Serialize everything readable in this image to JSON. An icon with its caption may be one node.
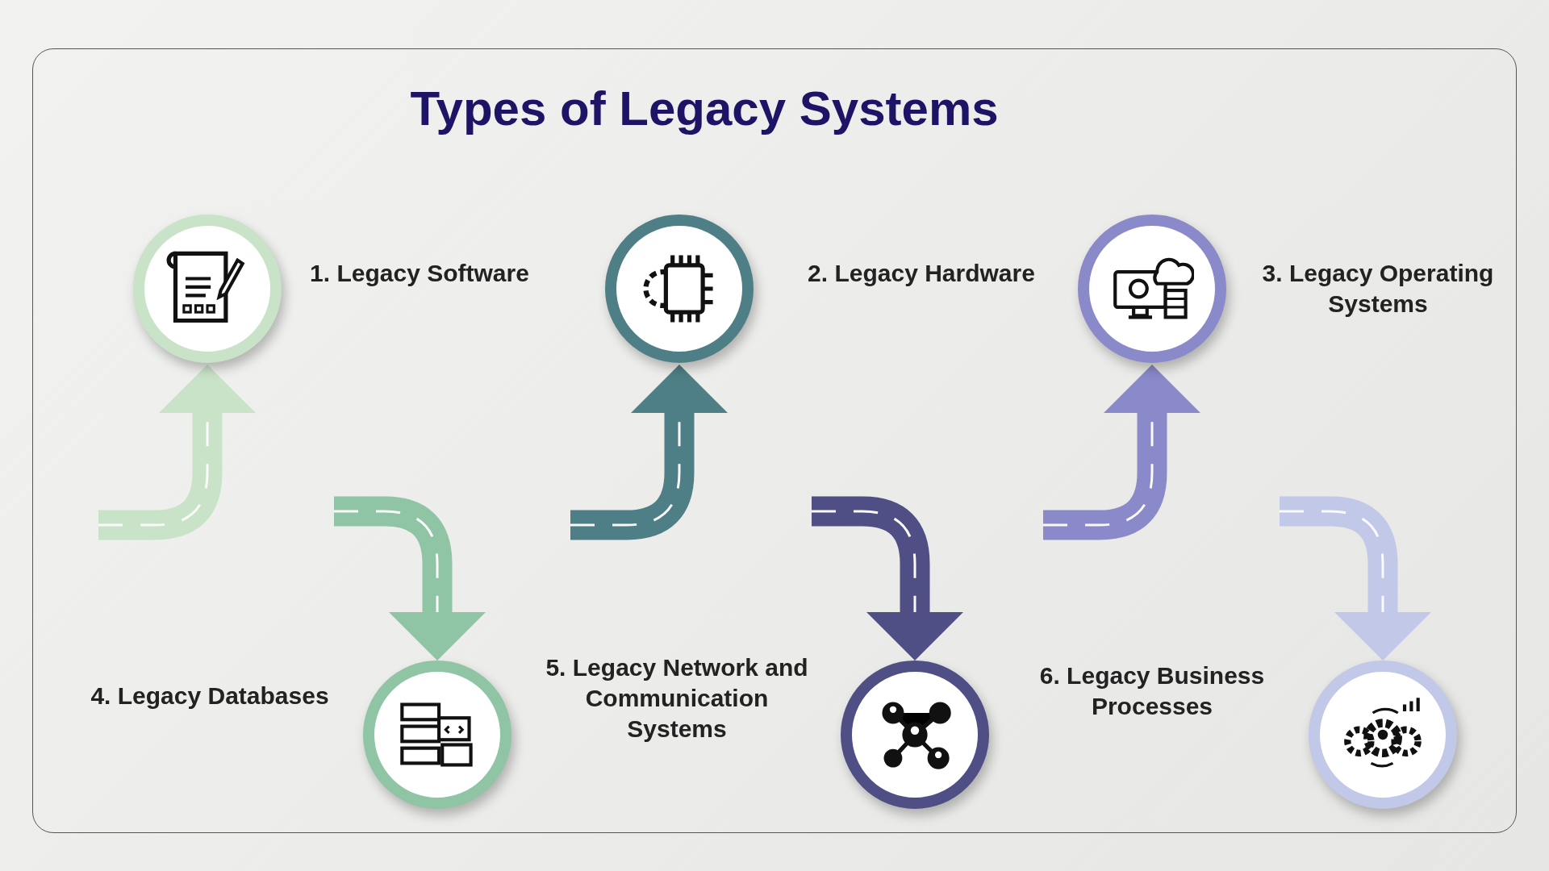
{
  "diagram": {
    "title": "Types of Legacy Systems",
    "nodes": [
      {
        "text": [
          "1. Legacy Software"
        ]
      },
      {
        "text": [
          "2. Legacy Hardware"
        ]
      },
      {
        "text": [
          "3. Legacy Operating Systems"
        ]
      },
      {
        "text": [
          "4. Legacy Databases"
        ]
      },
      {
        "text": [
          "5. Legacy Network and Communication Systems"
        ]
      },
      {
        "text": [
          "6. Legacy Business Processes"
        ]
      }
    ],
    "edges": [
      {
        "from": null,
        "to": 0,
        "arrow": "to",
        "color": "#c9e3c8"
      },
      {
        "from": null,
        "to": 3,
        "arrow": "to",
        "color": "#8fc4a5"
      },
      {
        "from": null,
        "to": 1,
        "arrow": "to",
        "color": "#4f7f86"
      },
      {
        "from": null,
        "to": 4,
        "arrow": "to",
        "color": "#4f4f86"
      },
      {
        "from": null,
        "to": 2,
        "arrow": "to",
        "color": "#8a89c9"
      },
      {
        "from": null,
        "to": 5,
        "arrow": "to",
        "color": "#c2c8e8"
      }
    ]
  }
}
